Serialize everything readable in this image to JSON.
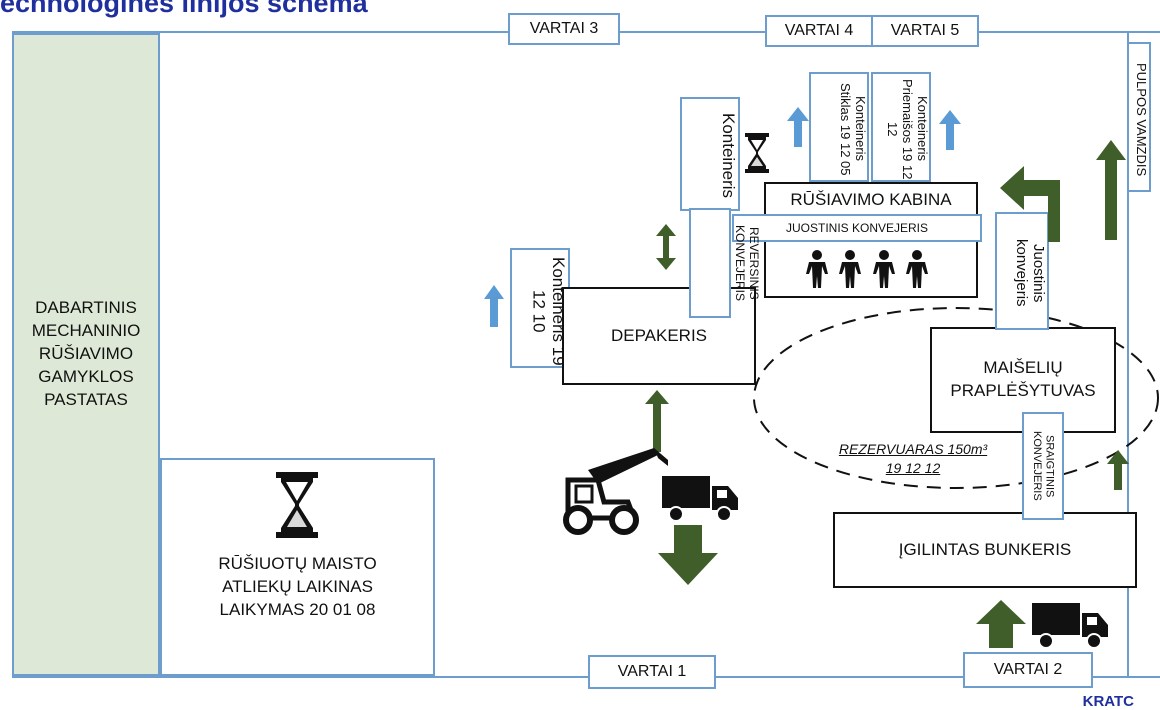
{
  "title": "echnologinės linijos schema",
  "gates": {
    "g1": "VARTAI 1",
    "g2": "VARTAI 2",
    "g3": "VARTAI 3",
    "g4": "VARTAI 4",
    "g5": "VARTAI 5"
  },
  "pulp_pipe": "PULPOS VAMZDIS",
  "existing_building": "DABARTINIS MECHANINIO RŪŠIAVIMO GAMYKLOS PASTATAS",
  "temp_storage": "RŪŠIUOTŲ MAISTO ATLIEKŲ LAIKINAS LAIKYMAS 20 01 08",
  "depackager": "DEPAKERIS",
  "sorting_cabin": "RŪŠIAVIMO KABINA",
  "belt_conveyor_horizontal": "JUOSTINIS KONVEJERIS",
  "belt_conveyor_vertical": "Juostinis konvejeris",
  "reversing_conveyor": "REVERSINIS KONVEJERIS",
  "screw_conveyor": "SRAIGTINIS KONVEJERIS",
  "bag_opener": "MAIŠELIŲ PRAPLĖŠYTUVAS",
  "sunken_bunker": "ĮGILINTAS BUNKERIS",
  "reservoir": {
    "line1": "REZERVUARAS 150m³",
    "line2": "19 12 12"
  },
  "containers": {
    "main": "Konteineris",
    "c191210": "Konteineris 19 12 10",
    "glass": "Konteineris Stiklas 19 12 05",
    "impurities": "Konteineris Priemaišos 19 12 12"
  },
  "brand": "KRATC",
  "colors": {
    "box_border": "#6d9dcd",
    "green_arrow": "#3f5e2a",
    "blue_arrow": "#5b9bd5",
    "panel_fill": "#dde9d6",
    "title": "#1f2f9e"
  },
  "icons": [
    "hourglass-icon",
    "hourglass-icon",
    "worker-icon",
    "truck-icon",
    "truck-icon",
    "telehandler-icon"
  ]
}
